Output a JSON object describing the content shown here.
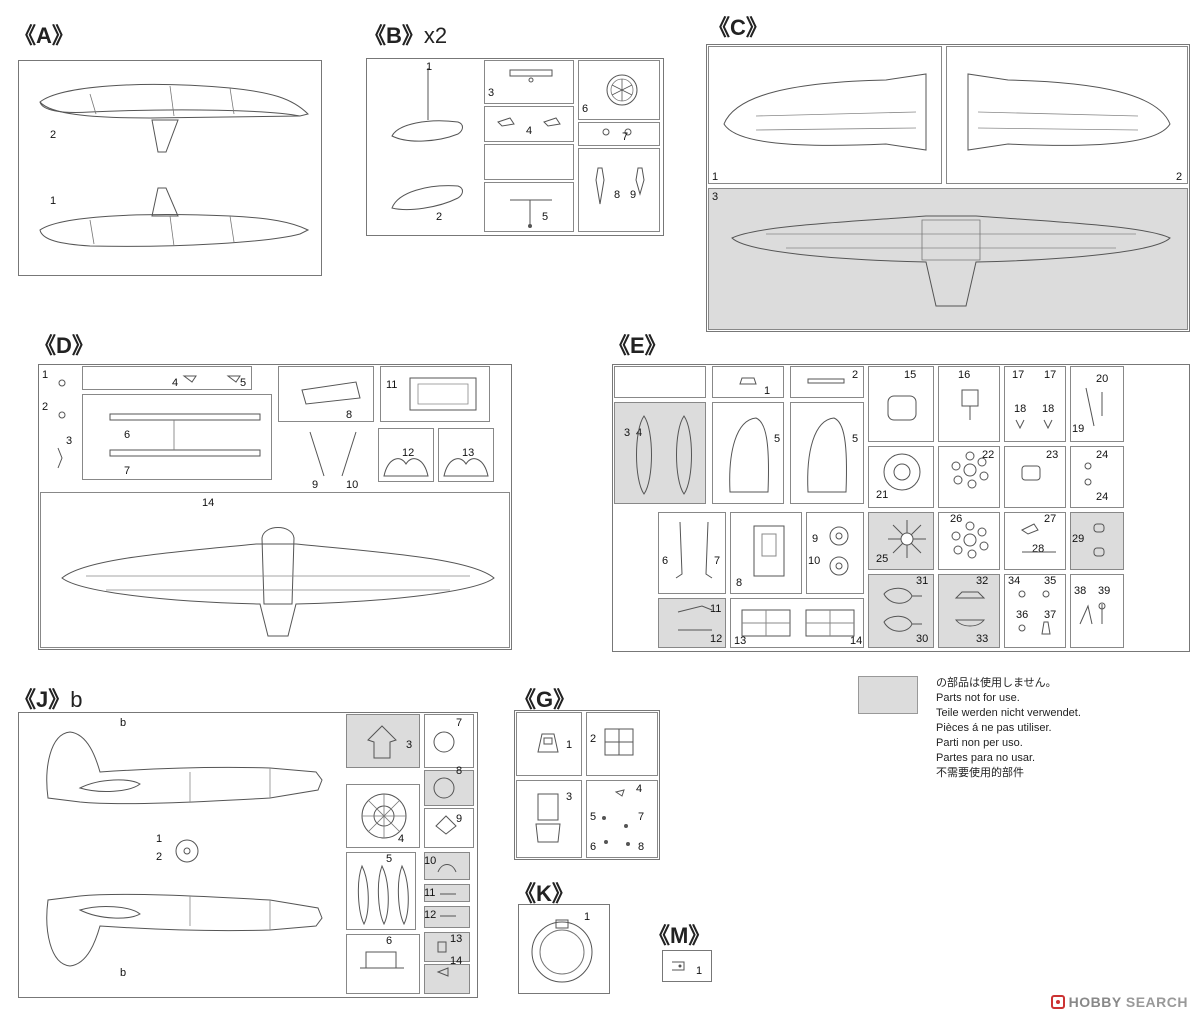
{
  "sprues": {
    "A": {
      "label": "《A》",
      "parts": [
        "2",
        "1"
      ]
    },
    "B": {
      "label": "《B》",
      "suffix": "x2",
      "parts": [
        "1",
        "3",
        "6",
        "4",
        "7",
        "2",
        "5",
        "8",
        "9"
      ]
    },
    "C": {
      "label": "《C》",
      "parts": [
        "1",
        "2",
        "3"
      ]
    },
    "D": {
      "label": "《D》",
      "parts": [
        "1",
        "4",
        "5",
        "2",
        "3",
        "6",
        "7",
        "8",
        "11",
        "12",
        "13",
        "9",
        "10",
        "14"
      ]
    },
    "E": {
      "label": "《E》",
      "parts": [
        "1",
        "2",
        "15",
        "16",
        "17",
        "17",
        "18",
        "18",
        "20",
        "19",
        "3",
        "4",
        "5",
        "5",
        "22",
        "23",
        "24",
        "24",
        "21",
        "26",
        "27",
        "28",
        "29",
        "25",
        "6",
        "7",
        "8",
        "9",
        "10",
        "31",
        "32",
        "34",
        "35",
        "36",
        "37",
        "38",
        "39",
        "30",
        "33",
        "11",
        "12",
        "13",
        "14"
      ]
    },
    "J": {
      "label": "《J》",
      "suffix": "b",
      "parts": [
        "b",
        "1",
        "2",
        "b",
        "3",
        "7",
        "8",
        "4",
        "9",
        "5",
        "6",
        "10",
        "11",
        "12",
        "13",
        "14"
      ]
    },
    "G": {
      "label": "《G》",
      "parts": [
        "1",
        "2",
        "3",
        "4",
        "5",
        "7",
        "6",
        "8"
      ]
    },
    "K": {
      "label": "《K》",
      "parts": [
        "1"
      ]
    },
    "M": {
      "label": "《M》",
      "parts": [
        "1"
      ]
    }
  },
  "legend": {
    "lines": [
      "の部品は使用しません。",
      "Parts not for use.",
      "Teile werden nicht verwendet.",
      "Pièces á ne pas utiliser.",
      "Parti non per uso.",
      "Partes para no usar.",
      "不需要使用的部件"
    ],
    "swatch_color": "#dcdcdc"
  },
  "watermark": {
    "brand": "HOBBY",
    "word": "SEARCH"
  },
  "colors": {
    "line": "#555555",
    "unused": "#dcdcdc",
    "frame": "#777777"
  }
}
